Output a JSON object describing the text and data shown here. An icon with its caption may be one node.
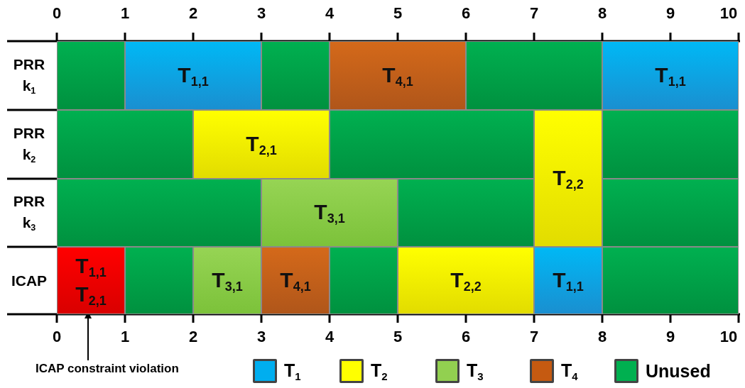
{
  "diagram": {
    "nodes": [
      {
        "text": [],
        "shape": "box"
      },
      {
        "text": [
          "T$_{1,1}$"
        ]
      },
      {
        "text": [],
        "shape": "box"
      },
      {
        "text": [
          "T$_{4,1}$"
        ]
      },
      {
        "text": [],
        "shape": "box"
      },
      {
        "text": [
          "T$_{1,1}$"
        ]
      },
      {
        "text": [],
        "shape": "box"
      },
      {
        "text": [
          "T$_{2,1}$"
        ]
      },
      {
        "text": [],
        "shape": "box"
      },
      {
        "text": [
          "T$_{2,2}$"
        ]
      },
      {
        "text": [],
        "shape": "box"
      },
      {
        "text": [],
        "shape": "box"
      },
      {
        "text": [
          "T$_{3,1}$"
        ]
      },
      {
        "text": [],
        "shape": "box"
      },
      {
        "text": [],
        "shape": "box"
      },
      {
        "text": [
          "T$_{1,1}$",
          "T$_{2,1}$"
        ]
      },
      {
        "text": [],
        "shape": "box"
      },
      {
        "text": [
          "T$_{3,1}$"
        ]
      },
      {
        "text": [
          "T$_{4,1}$"
        ]
      },
      {
        "text": [],
        "shape": "box"
      },
      {
        "text": [
          "T$_{2,2}$"
        ]
      },
      {
        "text": [
          "T$_{1,1}$"
        ]
      },
      {
        "text": [],
        "shape": "box"
      },
      {
        "text": [
          "ICAP constraint violation"
        ]
      }
    ],
    "edges": [
      {
        "from": 23,
        "to": 15,
        "arrow": "to"
      }
    ],
    "labels": [
      "0",
      "1",
      "2",
      "3",
      "4",
      "5",
      "6",
      "7",
      "8",
      "9",
      "10",
      "PRR k$_{1}$",
      "PRR k$_{2}$",
      "PRR k$_{3}$",
      "ICAP",
      "0",
      "1",
      "2",
      "3",
      "4",
      "5",
      "6",
      "7",
      "8",
      "9",
      "10"
    ],
    "legend": [
      {
        "text": "T$_{1}$",
        "color": "#00aeef"
      },
      {
        "text": "T$_{2}$",
        "color": "#ffff00"
      },
      {
        "text": "T$_{3}$",
        "color": "#92d050"
      },
      {
        "text": "T$_{4}$",
        "color": "#c55a11"
      },
      {
        "text": "Unused",
        "color": "#00b050"
      }
    ]
  }
}
